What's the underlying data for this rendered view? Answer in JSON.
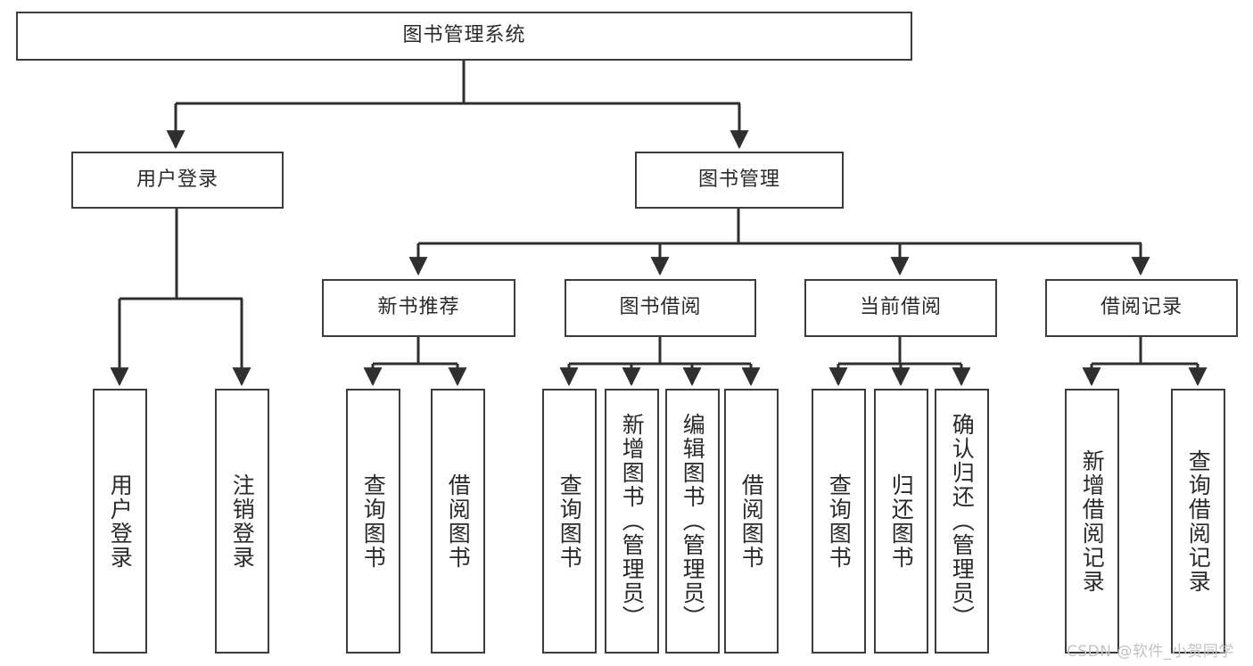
{
  "diagram": {
    "title": "图书管理系统",
    "type": "tree-hierarchy-diagram",
    "colors": {
      "box_border": "#3b3b3b",
      "box_fill": "#ffffff",
      "connector": "#2f2f2f",
      "text": "#2a2a2a",
      "watermark": "#c2c2c2",
      "background": "#ffffff"
    },
    "root": {
      "label": "图书管理系统"
    },
    "level2": [
      {
        "label": "用户登录"
      },
      {
        "label": "图书管理"
      }
    ],
    "level3": [
      {
        "label": "新书推荐"
      },
      {
        "label": "图书借阅"
      },
      {
        "label": "当前借阅"
      },
      {
        "label": "借阅记录"
      }
    ],
    "leaves": {
      "user_login": [
        {
          "label": "用户登录"
        },
        {
          "label": "注销登录"
        }
      ],
      "new_book_recommend": [
        {
          "label": "查询图书"
        },
        {
          "label": "借阅图书"
        }
      ],
      "book_borrow": [
        {
          "label": "查询图书"
        },
        {
          "label": "新增图书（管理员）"
        },
        {
          "label": "编辑图书（管理员）"
        },
        {
          "label": "借阅图书"
        }
      ],
      "current_borrow": [
        {
          "label": "查询图书"
        },
        {
          "label": "归还图书"
        },
        {
          "label": "确认归还（管理员）"
        }
      ],
      "borrow_record": [
        {
          "label": "新增借阅记录"
        },
        {
          "label": "查询借阅记录"
        }
      ]
    },
    "watermark": "CSDN @软件_小贺同学"
  }
}
